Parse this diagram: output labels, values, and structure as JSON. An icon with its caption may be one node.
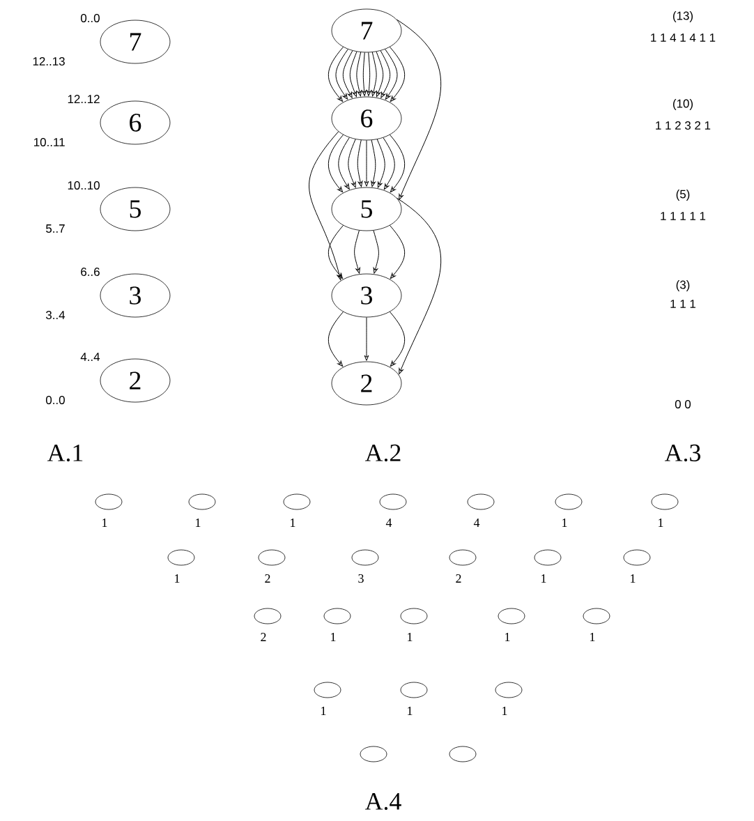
{
  "diagram": {
    "nodes": [
      {
        "text": [
          "7"
        ],
        "beside": [
          "0..0",
          "12..13"
        ]
      },
      {
        "text": [
          "6"
        ],
        "beside": [
          "12..12",
          "10..11"
        ]
      },
      {
        "text": [
          "5"
        ],
        "beside": [
          "10..10",
          "5..7"
        ]
      },
      {
        "text": [
          "3"
        ],
        "beside": [
          "6..6",
          "3..4"
        ]
      },
      {
        "text": [
          "2"
        ],
        "beside": [
          "4..4",
          "0..0"
        ]
      },
      {
        "text": [
          "7"
        ]
      },
      {
        "text": [
          "6"
        ]
      },
      {
        "text": [
          "5"
        ]
      },
      {
        "text": [
          "3"
        ]
      },
      {
        "text": [
          "2"
        ]
      },
      {
        "text": [],
        "shape": "ellipse",
        "beside": [
          "1"
        ]
      },
      {
        "text": [],
        "shape": "ellipse",
        "beside": [
          "1"
        ]
      },
      {
        "text": [],
        "shape": "ellipse",
        "beside": [
          "1"
        ]
      },
      {
        "text": [],
        "shape": "ellipse",
        "beside": [
          "4"
        ]
      },
      {
        "text": [],
        "shape": "ellipse",
        "beside": [
          "4"
        ]
      },
      {
        "text": [],
        "shape": "ellipse",
        "beside": [
          "1"
        ]
      },
      {
        "text": [],
        "shape": "ellipse",
        "beside": [
          "1"
        ]
      },
      {
        "text": [],
        "shape": "ellipse",
        "beside": [
          "1"
        ]
      },
      {
        "text": [],
        "shape": "ellipse",
        "beside": [
          "2"
        ]
      },
      {
        "text": [],
        "shape": "ellipse",
        "beside": [
          "3"
        ]
      },
      {
        "text": [],
        "shape": "ellipse",
        "beside": [
          "2"
        ]
      },
      {
        "text": [],
        "shape": "ellipse",
        "beside": [
          "1"
        ]
      },
      {
        "text": [],
        "shape": "ellipse",
        "beside": [
          "1"
        ]
      },
      {
        "text": [],
        "shape": "ellipse",
        "beside": [
          "2"
        ]
      },
      {
        "text": [],
        "shape": "ellipse",
        "beside": [
          "1"
        ]
      },
      {
        "text": [],
        "shape": "ellipse",
        "beside": [
          "1"
        ]
      },
      {
        "text": [],
        "shape": "ellipse",
        "beside": [
          "1"
        ]
      },
      {
        "text": [],
        "shape": "ellipse",
        "beside": [
          "1"
        ]
      },
      {
        "text": [],
        "shape": "ellipse",
        "beside": [
          "1"
        ]
      },
      {
        "text": [],
        "shape": "ellipse",
        "beside": [
          "1"
        ]
      },
      {
        "text": [],
        "shape": "ellipse",
        "beside": [
          "1"
        ]
      },
      {
        "text": [],
        "shape": "ellipse"
      },
      {
        "text": [],
        "shape": "ellipse"
      }
    ],
    "edges": [
      {
        "from": 5,
        "to": 6,
        "arrow": "to"
      },
      {
        "from": 5,
        "to": 6,
        "arrow": "to"
      },
      {
        "from": 5,
        "to": 6,
        "arrow": "to"
      },
      {
        "from": 5,
        "to": 6,
        "arrow": "to"
      },
      {
        "from": 5,
        "to": 6,
        "arrow": "to"
      },
      {
        "from": 5,
        "to": 6,
        "arrow": "to"
      },
      {
        "from": 5,
        "to": 6,
        "arrow": "to"
      },
      {
        "from": 5,
        "to": 6,
        "arrow": "to"
      },
      {
        "from": 5,
        "to": 6,
        "arrow": "to"
      },
      {
        "from": 5,
        "to": 6,
        "arrow": "to"
      },
      {
        "from": 5,
        "to": 6,
        "arrow": "to"
      },
      {
        "from": 5,
        "to": 6,
        "arrow": "to"
      },
      {
        "from": 5,
        "to": 7,
        "arrow": "to"
      },
      {
        "from": 6,
        "to": 7,
        "arrow": "to"
      },
      {
        "from": 6,
        "to": 7,
        "arrow": "to"
      },
      {
        "from": 6,
        "to": 7,
        "arrow": "to"
      },
      {
        "from": 6,
        "to": 7,
        "arrow": "to"
      },
      {
        "from": 6,
        "to": 7,
        "arrow": "to"
      },
      {
        "from": 6,
        "to": 7,
        "arrow": "to"
      },
      {
        "from": 6,
        "to": 7,
        "arrow": "to"
      },
      {
        "from": 6,
        "to": 7,
        "arrow": "to"
      },
      {
        "from": 6,
        "to": 7,
        "arrow": "to"
      },
      {
        "from": 6,
        "to": 8,
        "arrow": "to"
      },
      {
        "from": 7,
        "to": 8,
        "arrow": "to"
      },
      {
        "from": 7,
        "to": 8,
        "arrow": "to"
      },
      {
        "from": 7,
        "to": 8,
        "arrow": "to"
      },
      {
        "from": 7,
        "to": 8,
        "arrow": "to"
      },
      {
        "from": 7,
        "to": 9,
        "arrow": "to"
      },
      {
        "from": 8,
        "to": 9,
        "arrow": "to"
      },
      {
        "from": 8,
        "to": 9,
        "arrow": "to"
      },
      {
        "from": 8,
        "to": 9,
        "arrow": "to"
      }
    ],
    "labels": [
      "(13)",
      "1 1 4 1 4 1 1",
      "(10)",
      "1 1 2 3 2 1",
      "(5)",
      "1 1 1 1 1",
      "(3)",
      "1 1 1",
      "0 0",
      "A.1",
      "A.2",
      "A.3",
      "A.4"
    ]
  }
}
